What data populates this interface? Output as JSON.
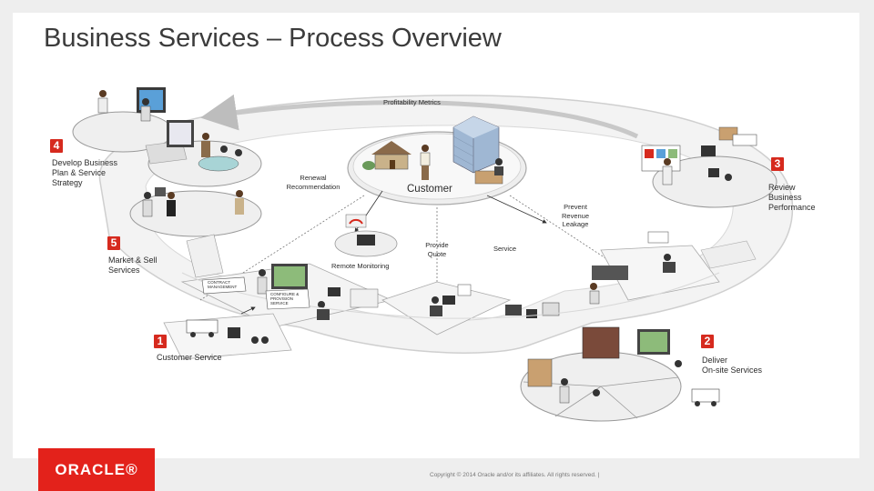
{
  "title": "Business Services – Process Overview",
  "steps": {
    "one": {
      "number": "1",
      "label": "Customer Service"
    },
    "two": {
      "number": "2",
      "label_line1": "Deliver",
      "label_line2": "On-site Services"
    },
    "three": {
      "number": "3",
      "label_line1": "Review",
      "label_line2": "Business",
      "label_line3": "Performance"
    },
    "four": {
      "number": "4",
      "label_line1": "Develop Business",
      "label_line2": "Plan & Service",
      "label_line3": "Strategy"
    },
    "five": {
      "number": "5",
      "label_line1": "Market & Sell",
      "label_line2": "Services"
    }
  },
  "flow_labels": {
    "profitability": "Profitability Metrics",
    "renewal_line1": "Renewal",
    "renewal_line2": "Recommendation",
    "customer": "Customer",
    "prevent_line1": "Prevent",
    "prevent_line2": "Revenue",
    "prevent_line3": "Leakage",
    "provide_line1": "Provide",
    "provide_line2": "Quote",
    "service": "Service",
    "remote": "Remote Monitoring"
  },
  "board_labels": {
    "contract_line1": "CONTRACT",
    "contract_line2": "MANAGEMENT",
    "configure_line1": "CONFIGURE &",
    "configure_line2": "PROVISION",
    "configure_line3": "SERVICE"
  },
  "logo": "ORACLE®",
  "copyright": "Copyright © 2014 Oracle and/or its affiliates. All rights reserved.  |",
  "colors": {
    "accent": "#d62a1e",
    "platform": "#e9e9e9",
    "platform_edge": "#9a9a9a"
  }
}
